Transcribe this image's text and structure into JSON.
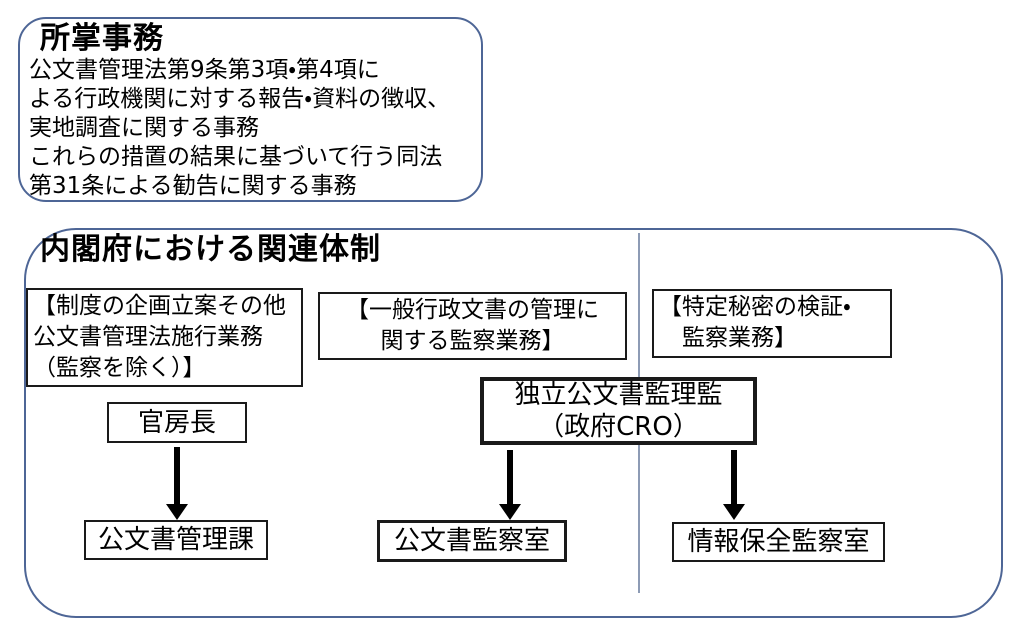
{
  "colors": {
    "panel_border": "#4e6696",
    "divider": "#8d9bb5",
    "box_border": "#1a1a1a",
    "arrow": "#000000",
    "text": "#000000",
    "bg": "#ffffff"
  },
  "jurisdiction_panel": {
    "title": "所掌事務",
    "body": "公文書管理法第9条第3項・第4項に\nよる行政機関に対する報告・資料の徴収、\n実地調査に関する事務\nこれらの措置の結果に基づいて行う同法\n第31条による勧告に関する事務"
  },
  "structure_panel": {
    "title": "内閣府における関連体制",
    "categories": [
      "【制度の企画立案その他\n公文書管理法施行業務\n（監察を除く）】",
      "【一般行政文書の管理に\n関する監察業務】",
      "【特定秘密の検証・\n　監察業務】"
    ],
    "nodes": {
      "kanbocho": "官房長",
      "cro": "独立公文書監理監\n（政府CRO）",
      "kobunsho_kanrika": "公文書管理課",
      "kobunsho_kansatsushitsu": "公文書監察室",
      "joho_hozen_kansatsushitsu": "情報保全監察室"
    }
  }
}
